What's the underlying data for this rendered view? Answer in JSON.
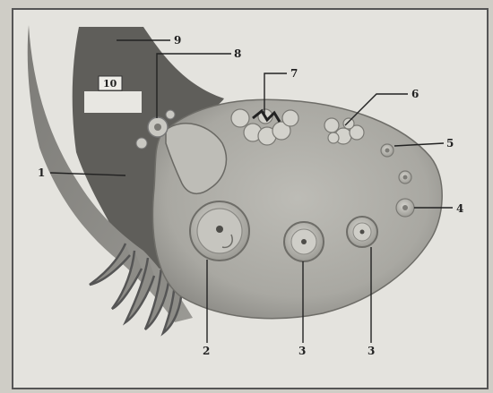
{
  "diagram": {
    "labels": {
      "l1": "1",
      "l2": "2",
      "l3a": "3",
      "l3b": "3",
      "l4": "4",
      "l5": "5",
      "l6": "6",
      "l7": "7",
      "l8": "8",
      "l9": "9",
      "l10": "10"
    }
  }
}
